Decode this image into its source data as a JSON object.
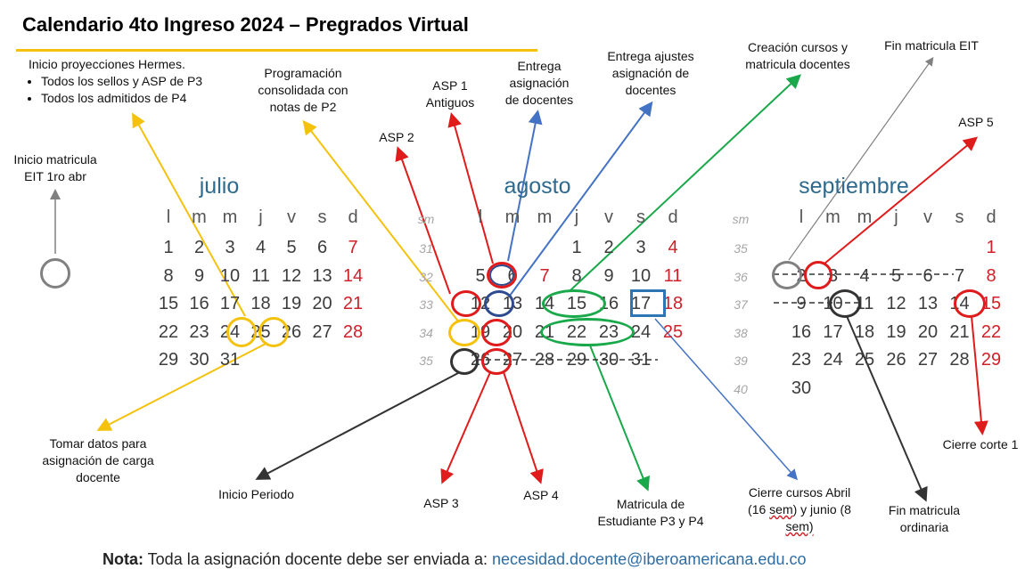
{
  "title": "Calendario 4to Ingreso 2024 – Pregrados Virtual",
  "colors": {
    "accent": "#f4c20d",
    "month": "#2e6a8e",
    "red": "#d0202a",
    "blue": "#2e75b6",
    "green": "#19a84a",
    "gray": "#808080"
  },
  "labels": {
    "hermes_title": "Inicio proyecciones Hermes.",
    "hermes_b1": "Todos los sellos y ASP de P3",
    "hermes_b2": "Todos los admitidos de P4",
    "prog_1": "Programación",
    "prog_2": "consolidada con",
    "prog_3": "notas de P2",
    "asp1_1": "ASP 1",
    "asp1_2": "Antiguos",
    "asp2": "ASP 2",
    "entrega_1": "Entrega",
    "entrega_2": "asignación",
    "entrega_3": "de docentes",
    "ajustes_1": "Entrega ajustes",
    "ajustes_2": "asignación de",
    "ajustes_3": "docentes",
    "creacion_1": "Creación cursos y",
    "creacion_2": "matricula docentes",
    "fin_eit": "Fin matricula EIT",
    "asp5": "ASP 5",
    "inicio_eit_1": "Inicio matricula",
    "inicio_eit_2": "EIT 1ro abr",
    "tomar_1": "Tomar datos para",
    "tomar_2": "asignación de carga",
    "tomar_3": "docente",
    "inicio_periodo": "Inicio Periodo",
    "asp3": "ASP 3",
    "asp4": "ASP 4",
    "matricula_est_1": "Matricula de",
    "matricula_est_2": "Estudiante P3 y P4",
    "cierre_cursos_1": "Cierre cursos Abril",
    "cierre_cursos_2a": "(16 ",
    "cierre_cursos_2b": "sem",
    "cierre_cursos_2c": ")  y junio (8",
    "cierre_cursos_3": "sem)",
    "fin_ord_1": "Fin matricula",
    "fin_ord_2": "ordinaria",
    "cierre_corte": "Cierre corte 1"
  },
  "note": {
    "label": "Nota:",
    "text": " Toda la asignación docente debe ser enviada a: ",
    "email": "necesidad.docente@iberoamericana.edu.co"
  },
  "calendar": {
    "weekdays": [
      "l",
      "m",
      "m",
      "j",
      "v",
      "s",
      "d"
    ],
    "week_header": "sm",
    "months": [
      {
        "name": "julio",
        "weeks": [],
        "rows": [
          [
            "1",
            "2",
            "3",
            "4",
            "5",
            "6",
            "7"
          ],
          [
            "8",
            "9",
            "10",
            "11",
            "12",
            "13",
            "14"
          ],
          [
            "15",
            "16",
            "17",
            "18",
            "19",
            "20",
            "21"
          ],
          [
            "22",
            "23",
            "24",
            "25",
            "26",
            "27",
            "28"
          ],
          [
            "29",
            "30",
            "31",
            "",
            "",
            "",
            ""
          ]
        ]
      },
      {
        "name": "agosto",
        "weeks": [
          "31",
          "32",
          "33",
          "34",
          "35"
        ],
        "rows": [
          [
            "",
            "",
            "",
            "1",
            "2",
            "3",
            "4"
          ],
          [
            "5",
            "6",
            "7",
            "8",
            "9",
            "10",
            "11"
          ],
          [
            "12",
            "13",
            "14",
            "15",
            "16",
            "17",
            "18"
          ],
          [
            "19",
            "20",
            "21",
            "22",
            "23",
            "24",
            "25"
          ],
          [
            "26",
            "27",
            "28",
            "29",
            "30",
            "31",
            ""
          ]
        ]
      },
      {
        "name": "septiembre",
        "weeks": [
          "35",
          "36",
          "37",
          "38",
          "39",
          "40"
        ],
        "rows": [
          [
            "",
            "",
            "",
            "",
            "",
            "",
            "1"
          ],
          [
            "2",
            "3",
            "4",
            "5",
            "6",
            "7",
            "8"
          ],
          [
            "9",
            "10",
            "11",
            "12",
            "13",
            "14",
            "15"
          ],
          [
            "16",
            "17",
            "18",
            "19",
            "20",
            "21",
            "22"
          ],
          [
            "23",
            "24",
            "25",
            "26",
            "27",
            "28",
            "29"
          ],
          [
            "30",
            "",
            "",
            "",
            "",
            "",
            ""
          ]
        ]
      }
    ]
  }
}
